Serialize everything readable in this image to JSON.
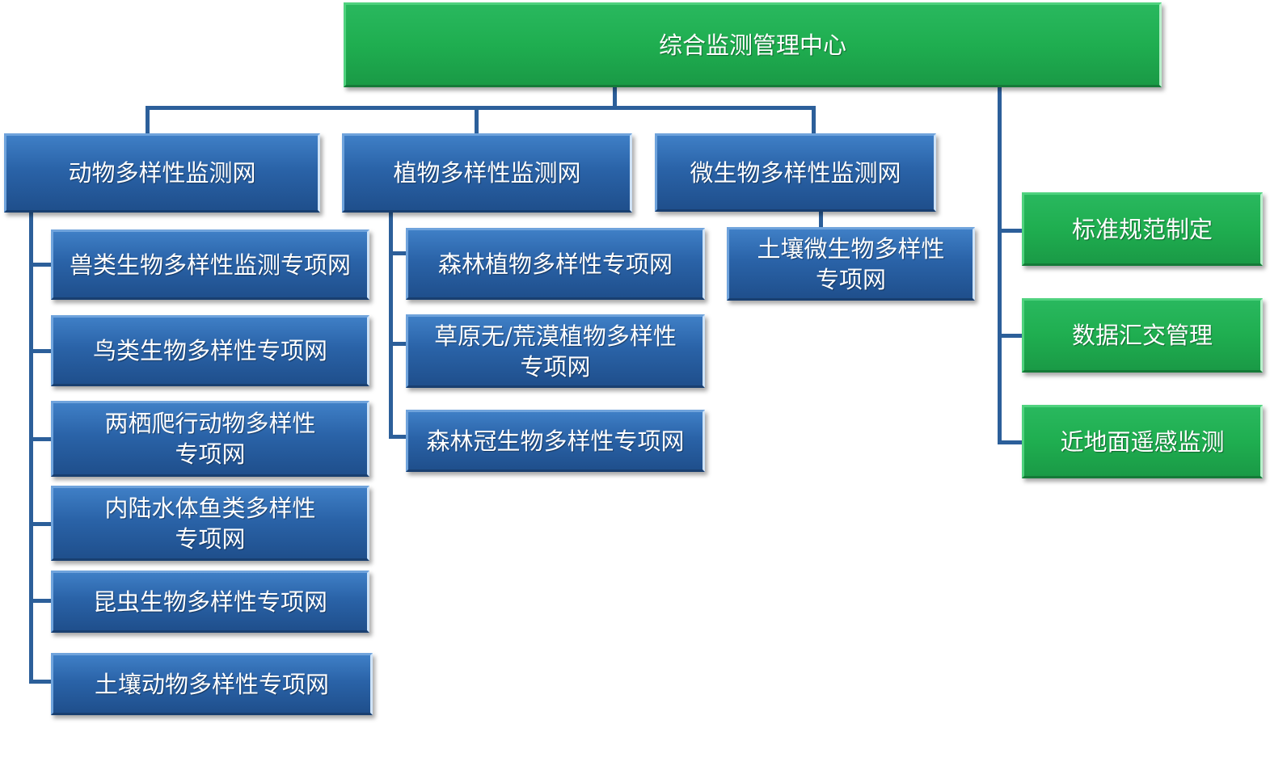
{
  "root": "综合监测管理中心",
  "networks": [
    {
      "label": "动物多样性监测网",
      "children": [
        "兽类生物多样性监测专项网",
        "鸟类生物多样性专项网",
        "两栖爬行动物多样性专项网",
        "内陆水体鱼类多样性专项网",
        "昆虫生物多样性专项网",
        "土壤动物多样性专项网"
      ]
    },
    {
      "label": "植物多样性监测网",
      "children": [
        "森林植物多样性专项网",
        "草原无/荒漠植物多样性专项网",
        "森林冠生物多样性专项网"
      ]
    },
    {
      "label": "微生物多样性监测网",
      "children": [
        "土壤微生物多样性专项网"
      ]
    }
  ],
  "functions": [
    "标准规范制定",
    "数据汇交管理",
    "近地面遥感监测"
  ],
  "colors": {
    "blue": "#2a63a8",
    "green": "#1fae50",
    "line": "#2c5f9a"
  }
}
